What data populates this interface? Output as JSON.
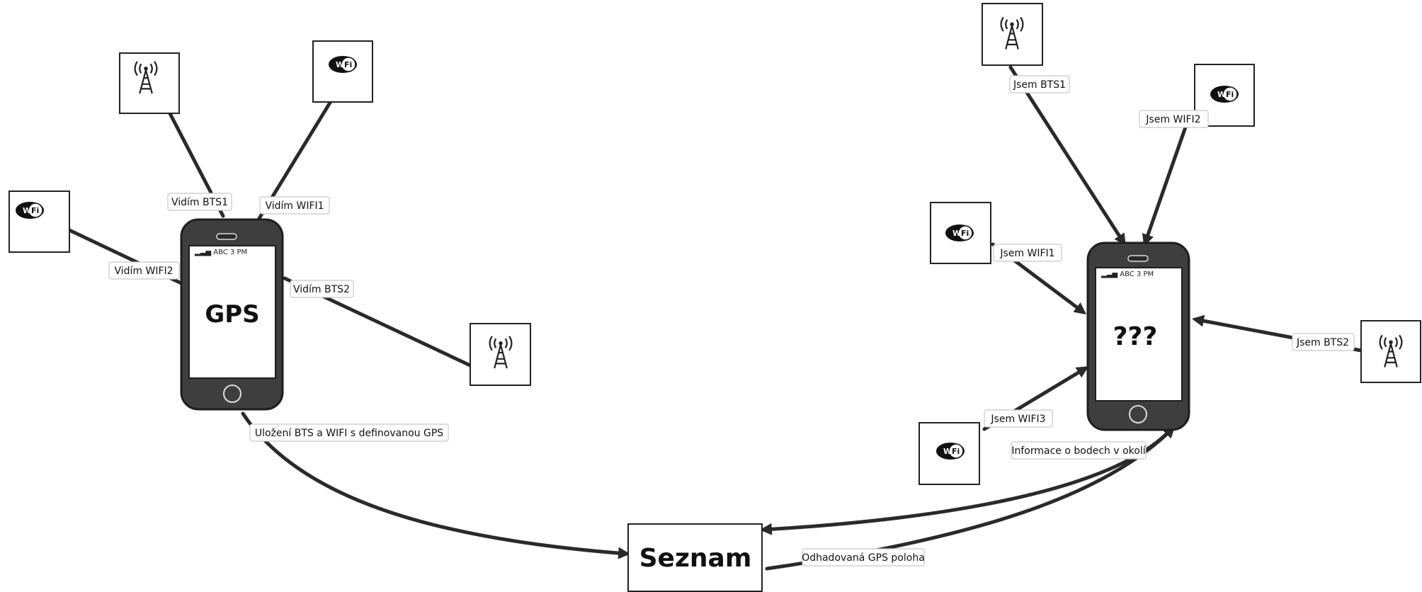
{
  "phones": {
    "left_screen": "GPS",
    "right_screen": "???",
    "status_carrier": "ABC",
    "status_time": "3 PM"
  },
  "labels": {
    "see_bts1": "Vidím BTS1",
    "see_wifi1": "Vidím WIFI1",
    "see_wifi2": "Vidím WIFI2",
    "see_bts2": "Vidím BTS2",
    "store": "Uložení BTS a WIFI s definovanou GPS",
    "am_bts1": "Jsem BTS1",
    "am_wifi2": "Jsem WIFI2",
    "am_wifi1": "Jsem WIFI1",
    "am_bts2": "Jsem BTS2",
    "am_wifi3": "Jsem WIFI3",
    "info": "Informace o bodech v okolí",
    "estimated": "Odhadovaná GPS poloha"
  },
  "seznam": "Seznam",
  "icons": {
    "wifi": "Wi Fi",
    "tower": "tower-icon"
  },
  "colors": {
    "arrow": "#2a2a2a",
    "phone": "#3e3e3e",
    "label_border": "#c8c8c8"
  }
}
